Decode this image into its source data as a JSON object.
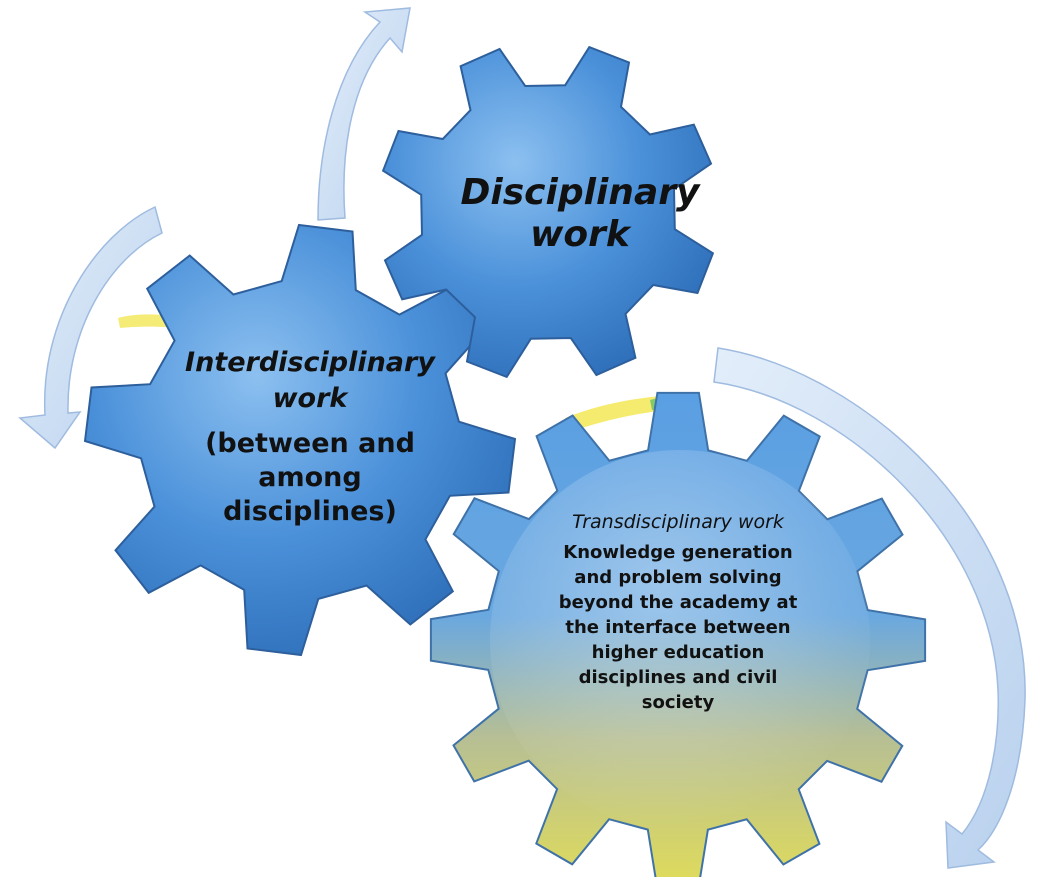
{
  "gears": {
    "disciplinary": {
      "title_lines": [
        "Disciplinary",
        "work"
      ]
    },
    "interdisciplinary": {
      "title_lines": [
        "Interdisciplinary",
        "work"
      ],
      "subtitle_lines": [
        "(between and",
        "among",
        "disciplines)"
      ]
    },
    "transdisciplinary": {
      "title": "Transdisciplinary work",
      "description_lines": [
        "Knowledge generation",
        "and problem solving",
        "beyond the academy at",
        "the interface between",
        "higher education",
        "disciplines and civil",
        "society"
      ]
    }
  },
  "colors": {
    "gear_blue": "#4a90d9",
    "gear_blue_dark": "#2f6fba",
    "gear_olive": "#c7c28a",
    "gear_yellow": "#e3e06a",
    "arrow_fill": "#c9dcf1",
    "arrow_stroke": "#9fbbe0",
    "highlight_yellow": "#f2e64a",
    "highlight_green": "#6fc46a"
  },
  "arrows": [
    "clockwise-arrow-top",
    "counterclockwise-arrow-left",
    "clockwise-arrow-right"
  ]
}
